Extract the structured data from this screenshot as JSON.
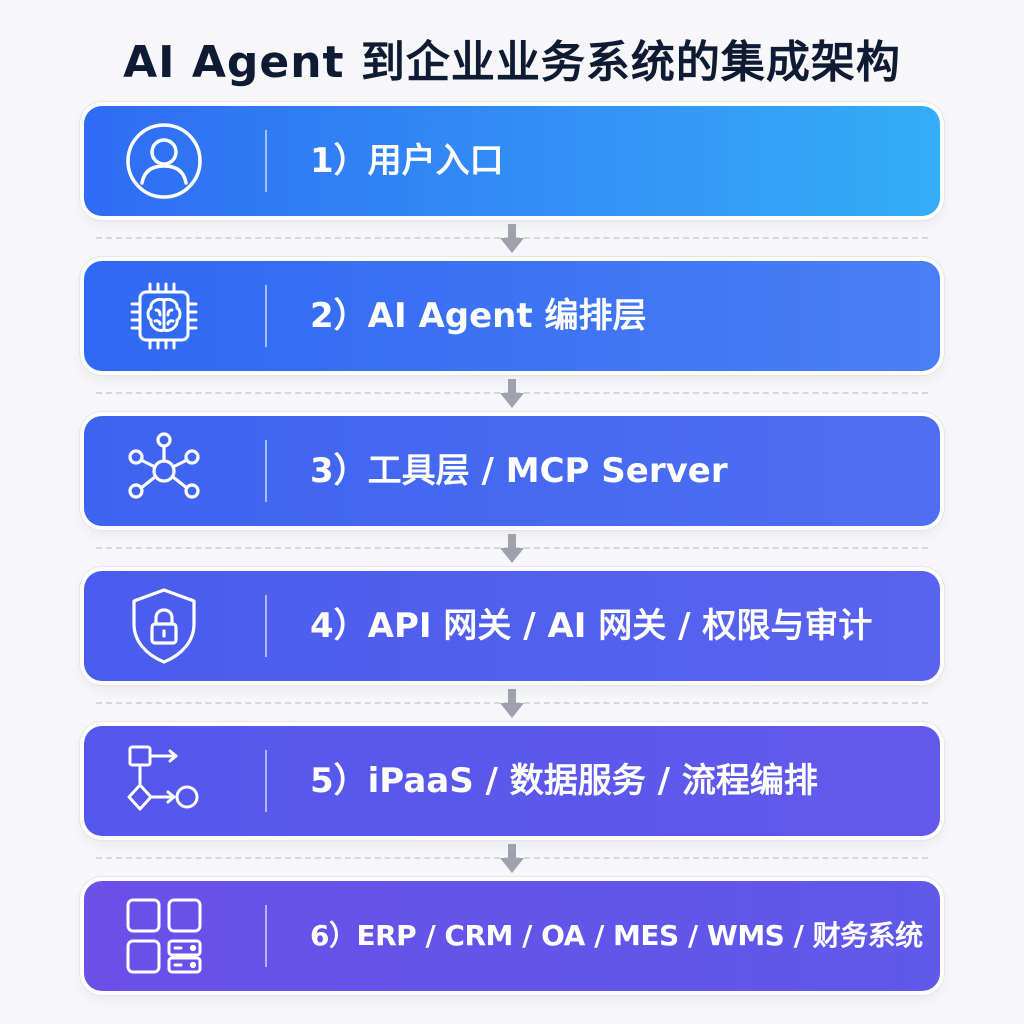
{
  "title": "AI Agent 到企业业务系统的集成架构",
  "layers": [
    {
      "label": "1）用户入口",
      "icon": "user-icon",
      "color_start": "#2f6cf4",
      "color_end": "#35adf7"
    },
    {
      "label": "2）AI Agent 编排层",
      "icon": "ai-chip-brain-icon",
      "color_start": "#2f68f2",
      "color_end": "#4a7ef6"
    },
    {
      "label": "3）工具层 / MCP Server",
      "icon": "network-nodes-icon",
      "color_start": "#3d63f0",
      "color_end": "#4f6ff2"
    },
    {
      "label": "4）API 网关 / AI 网关 / 权限与审计",
      "icon": "shield-lock-icon",
      "color_start": "#4a5cee",
      "color_end": "#5a63ef"
    },
    {
      "label": "5）iPaaS / 数据服务 / 流程编排",
      "icon": "workflow-icon",
      "color_start": "#5457ec",
      "color_end": "#6259ec"
    },
    {
      "label": "6）ERP / CRM / OA / MES / WMS / 财务系统",
      "icon": "apps-server-icon",
      "color_start": "#6a4fe9",
      "color_end": "#5e59ea"
    }
  ],
  "connector": {
    "icon": "arrow-down-icon",
    "color": "#9fa2ad"
  }
}
